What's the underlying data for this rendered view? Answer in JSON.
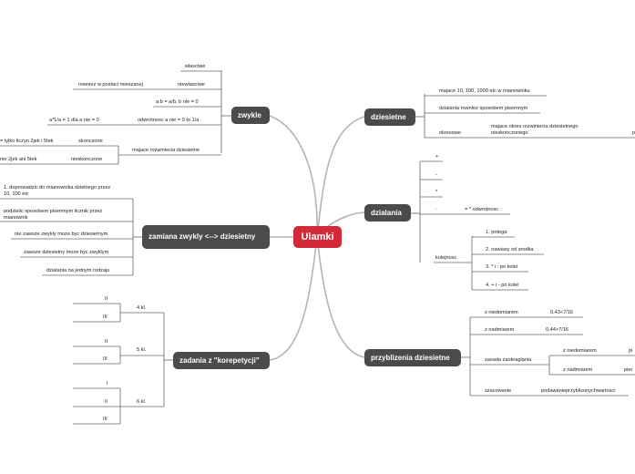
{
  "central": "Ulamki",
  "topics": {
    "zwykle": "zwykle",
    "dziesietne": "dziesietne",
    "dzialania": "dzialania",
    "zamiana": "zamiana zwykly <--> dziesietny",
    "przyblizenia": "przyblizenia dziesietne",
    "zadania": "zadania z \"korepetycji\""
  },
  "zwykle_items": {
    "wlasciwe": "wlasciwe",
    "mieszane_a": "rowniez w postaci mieszanej",
    "mieszane_b": "niewlasciwe",
    "skracanie": "a:b = a/b, b nie = 0",
    "odwrotnosc_a": "a*1/a = 1 dla a nie = 0",
    "odwrotnosc_b": "odwrotnosc a nie = 0 to 1/a",
    "skonczone_a": "= tylko liczyn 2jek i 5tek",
    "skonczone_b": "skonczone",
    "nieskonczone_a": "nie 2jek ani 5tek",
    "nieskonczone_b": "nieskonczone",
    "rozwiniecia": "majace rozwiniecia dziesietne"
  },
  "dziesietne_items": {
    "mianownik": "majace 10, 100, 1000 etc w mianowniku",
    "pisemne": "dzialania rowniez sposobem pisemnym",
    "okresowe": "okresowe",
    "okres": "majace okres rozwiniecia dziesietnego nieskonczonego",
    "okres_tail": "p"
  },
  "dzialania_items": {
    "plus": "+",
    "minus": "-",
    "times": "*",
    "div": ":",
    "odwr": "= * odwrotnosc",
    "kolejnosc": "kolejnosc",
    "k1": "1. potega",
    "k2": "2. nawiasy od srodka",
    "k3": "3. * i : po kolei",
    "k4": "4. + i - po kolei"
  },
  "zamiana_items": {
    "z1": "1. doprowadzic do mianownika dzielnego przez 10, 100 etc",
    "z2": "podzielic sposobem pisemnym licznik przez mianownik",
    "z3": "nie zawsze zwykly moze byc dziesietnym",
    "z4": "zawsze dziesietny moze byc zwyklym",
    "z5": "dzialania na jednym rodzaju"
  },
  "przyblizenia_items": {
    "niedomiarem": "z niedomiarem",
    "niedomiarem_val": "0,43<7/16",
    "nadmiarem": "z nadmiarem",
    "nadmiarem_val": "0,44>7/16",
    "zasada": "zasada zaokraglania",
    "zn": "z niedomiarem",
    "zn_tail": "pi",
    "zm": "z nadmiarem",
    "zm_tail": "pier",
    "szacowanie": "szacowanie",
    "szacowanie_val": "podawanieprzyblizonychwartosci"
  },
  "zadania_items": {
    "k4": "4 kl.",
    "k5": "5 kl.",
    "k6": "6 kl.",
    "II": "II",
    "III": "III",
    "I": "I"
  },
  "colors": {
    "central": "#d22a37",
    "topic": "#4b4b4b",
    "connector": "#b5b5b5",
    "line": "#666666"
  }
}
